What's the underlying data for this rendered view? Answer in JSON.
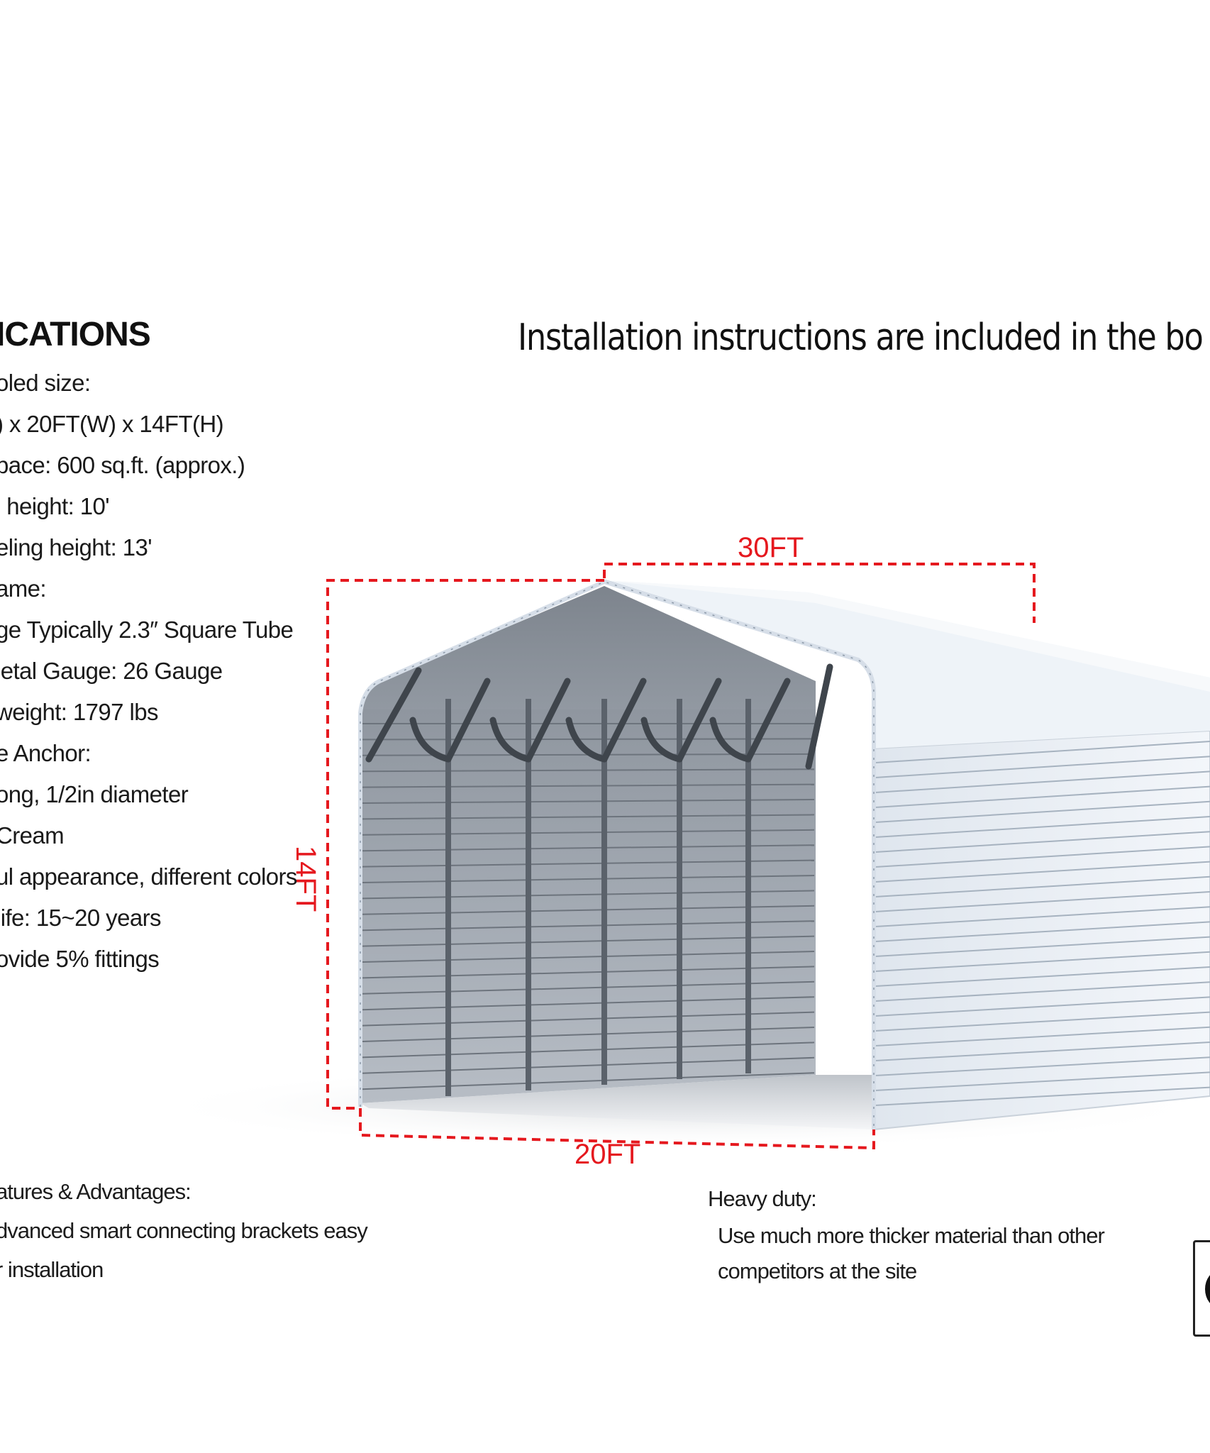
{
  "specifications": {
    "title": "ICATIONS",
    "lines": [
      "oled size:",
      ") x 20FT(W) x 14FT(H)",
      "pace: 600 sq.ft. (approx.)",
      "l height: 10'",
      "eling height: 13'",
      "ame:",
      "ge Typically 2.3″ Square Tube",
      "letal Gauge: 26 Gauge",
      " weight: 1797 lbs",
      "e Anchor:",
      "ong, 1/2in diameter",
      "Cream",
      "ul appearance, different colors",
      " life: 15~20 years",
      "ovide 5% fittings"
    ]
  },
  "installation_note": "Installation instructions are included in the bo",
  "dimensions": {
    "length": "30FT",
    "width": "20FT",
    "height": "14FT",
    "line_color": "#e5181e"
  },
  "features": {
    "heading": "atures & Advantages:",
    "lines": [
      "dvanced smart connecting brackets easy",
      "r installation"
    ]
  },
  "heavy_duty": {
    "heading": "Heavy duty:",
    "lines": [
      "Use much more thicker material than other",
      "competitors at the site"
    ]
  },
  "product": {
    "panel_color": "#e6ecf3",
    "frame_color": "#4a4f56"
  }
}
